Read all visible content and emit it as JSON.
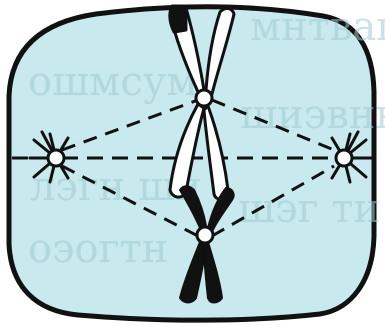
{
  "figure": {
    "cell_fill": "#c8e9ee",
    "outline_color": "#111111",
    "ghost_text_color": "#9fcbd3",
    "ghost_text": [
      "мнтваг",
      "ошмсум",
      "шиэвнн",
      "лэгн ши",
      "шэг ти",
      "оэогтн"
    ],
    "parts": [
      "cell-membrane",
      "left-centrosome",
      "right-centrosome",
      "equatorial-plate-line",
      "spindle-fibers",
      "white-chromosome",
      "black-chromosome",
      "upper-centromere",
      "lower-centromere"
    ]
  }
}
